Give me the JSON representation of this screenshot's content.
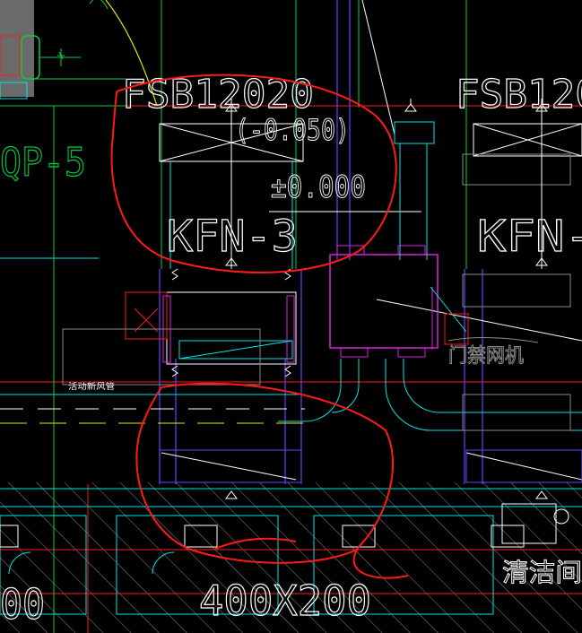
{
  "labels": {
    "unit_tag_left": "FSB12020",
    "unit_tag_right": "FSB120",
    "elevation_1": "(-0.050)",
    "elevation_2": "±0.000",
    "fan_left": "KFN-3",
    "fan_right": "KFN-",
    "pump_tag": "QP-5",
    "note_small": "活动新风管",
    "room_label": "门禁网机",
    "duct_size": "400X200",
    "duct_size_left": "00",
    "room_cleaning": "清洁间"
  },
  "colors": {
    "background": "#000000",
    "markup_red": "#ff1a1a",
    "cyan": "#00e5e5",
    "magenta": "#e020e0",
    "green": "#00d040",
    "yellow": "#e6e600",
    "white": "#ffffff",
    "purple": "#6a40ff",
    "grey": "#8a8a8a"
  }
}
